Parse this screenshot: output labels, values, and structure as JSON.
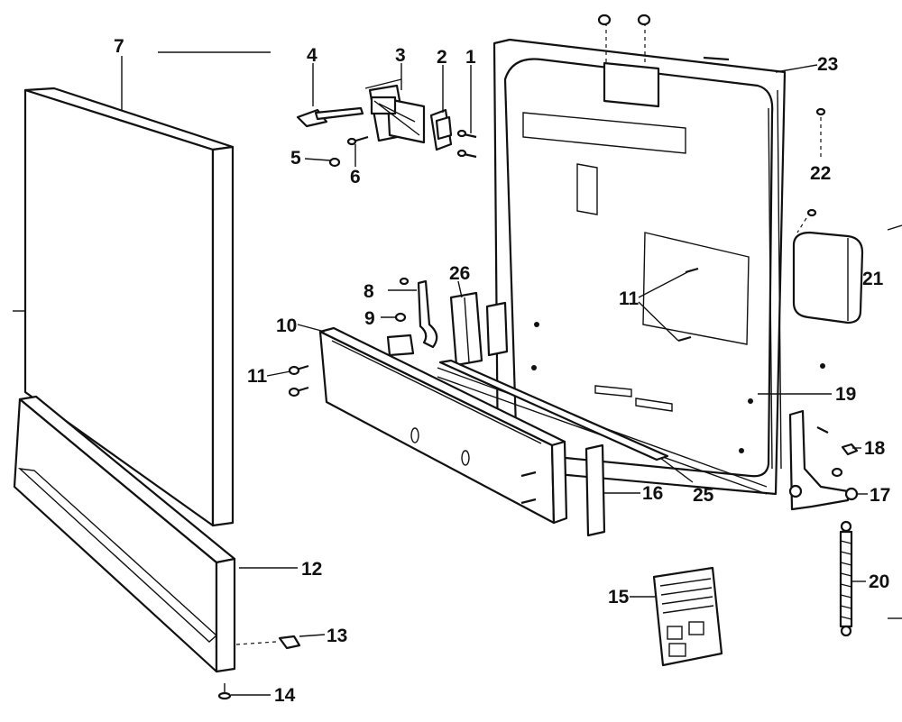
{
  "diagram": {
    "callouts": [
      "1",
      "2",
      "3",
      "4",
      "5",
      "6",
      "7",
      "8",
      "9",
      "10",
      "11",
      "11",
      "12",
      "13",
      "14",
      "15",
      "16",
      "17",
      "18",
      "19",
      "20",
      "21",
      "22",
      "23",
      "25",
      "26"
    ]
  }
}
